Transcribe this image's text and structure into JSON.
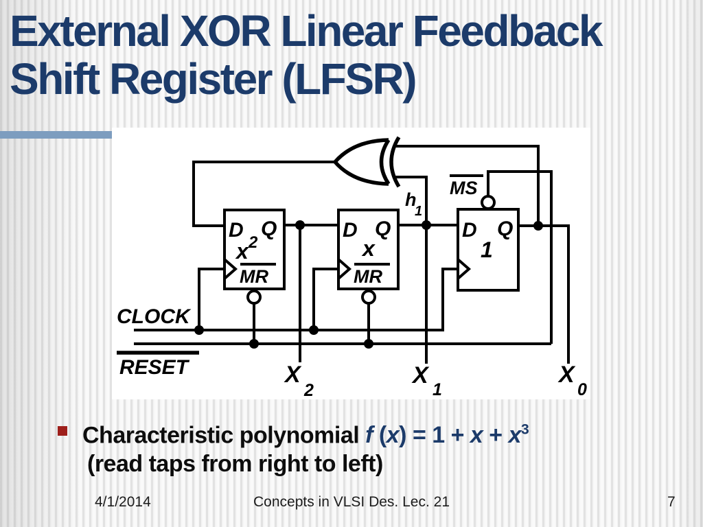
{
  "slide": {
    "title_line1": "External XOR Linear Feedback",
    "title_line2": "Shift Register (LFSR)",
    "bullet": {
      "lead": "Characteristic polynomial ",
      "formula": {
        "f": "f",
        "open": " (",
        "x1": "x",
        "mid": ") = 1 + ",
        "x2": "x",
        "plus": " + ",
        "x3": "x",
        "sup": "3"
      },
      "line2": "(read taps from right to left)"
    },
    "footer": {
      "date": "4/1/2014",
      "course": "Concepts in VLSI Des. Lec. 21",
      "page": "7"
    },
    "colors": {
      "title_navy": "#1c3b6a",
      "bullet_marker_red": "#9e1f1b",
      "divider_blue": "#7d9dbf",
      "diagram_ink": "#000000"
    }
  },
  "diagram": {
    "clock_label": "CLOCK",
    "reset_label": "RESET",
    "ms_label": "MS",
    "tap_label": "h",
    "tap_sub": "1",
    "ff1": {
      "d": "D",
      "q": "Q",
      "var": "x",
      "exp": "2",
      "mr": "MR"
    },
    "ff2": {
      "d": "D",
      "q": "Q",
      "var": "x",
      "mr": "MR"
    },
    "ff3": {
      "d": "D",
      "q": "Q",
      "var": "1"
    },
    "outputs": [
      {
        "base": "X",
        "sub": "2"
      },
      {
        "base": "X",
        "sub": "1"
      },
      {
        "base": "X",
        "sub": "0"
      }
    ]
  }
}
